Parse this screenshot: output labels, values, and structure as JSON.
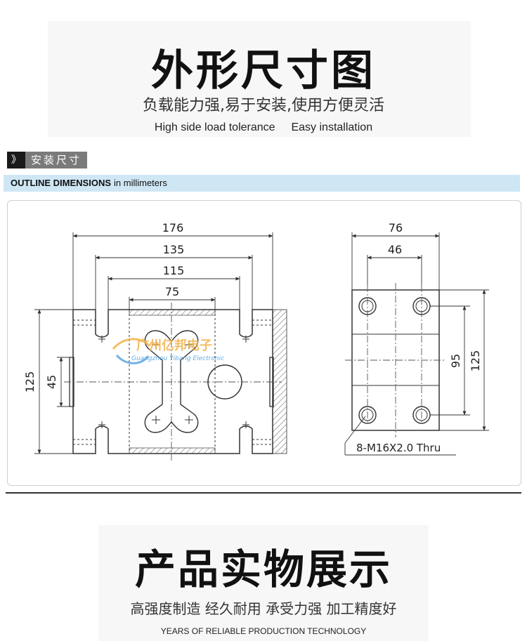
{
  "header": {
    "title": "外形尺寸图",
    "subtitle_cn": "负载能力强,易于安装,使用方便灵活",
    "subtitle_en_1": "High side load tolerance",
    "subtitle_en_2": "Easy installation"
  },
  "section": {
    "tag_icon": "》",
    "tag_label": "安装尺寸",
    "band_bold": "OUTLINE DIMENSIONS",
    "band_rest": "in millimeters"
  },
  "drawing": {
    "dim_176": "176",
    "dim_135": "135",
    "dim_115": "115",
    "dim_75": "75",
    "dim_125_left": "125",
    "dim_45": "45",
    "dim_76": "76",
    "dim_46": "46",
    "dim_95": "95",
    "dim_125_right": "125",
    "thread_note": "8-M16X2.0 Thru",
    "watermark_cn": "广州亿邦电子",
    "watermark_en": "Guangzhou Yibang Electronic"
  },
  "footer": {
    "title": "产品实物展示",
    "subtitle_cn": "高强度制造 经久耐用 承受力强 加工精度好",
    "subtitle_en": "YEARS OF RELIABLE PRODUCTION TECHNOLOGY"
  }
}
